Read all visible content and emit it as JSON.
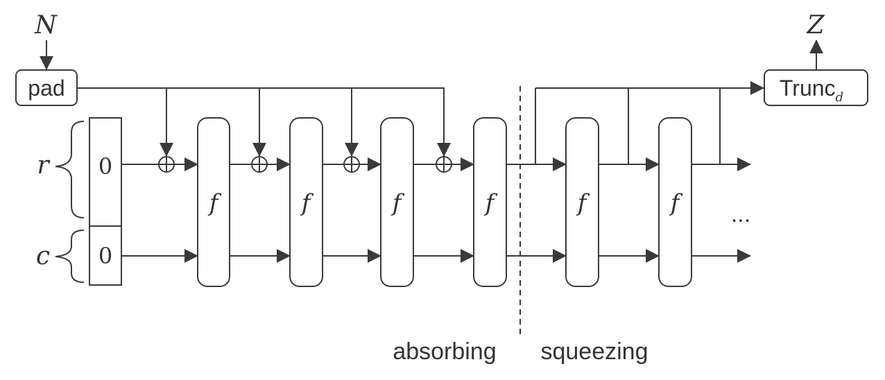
{
  "input_label": "N",
  "output_label": "Z",
  "pad_label": "pad",
  "trunc_label": "Trunc",
  "trunc_subscript": "d",
  "rate_label": "r",
  "capacity_label": "c",
  "initial_rate_value": "0",
  "initial_capacity_value": "0",
  "function_label": "f",
  "continuation": "...",
  "phase_absorbing": "absorbing",
  "phase_squeezing": "squeezing",
  "colors": {
    "stroke": "#3a3a3a",
    "text": "#333333"
  }
}
